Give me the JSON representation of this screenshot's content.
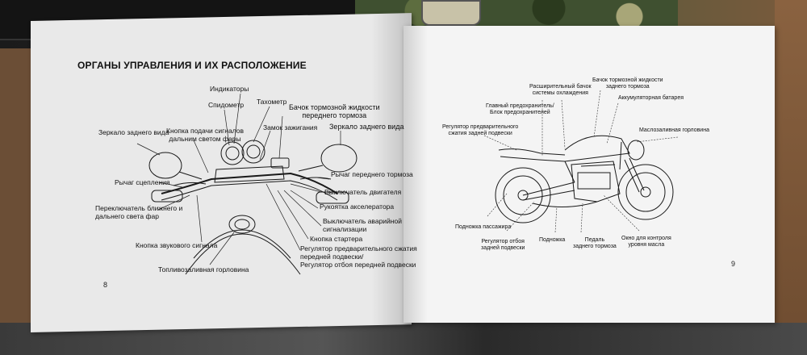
{
  "left_page": {
    "heading": "ОРГАНЫ УПРАВЛЕНИЯ И ИХ РАСПОЛОЖЕНИЕ",
    "labels": {
      "indicators": "Индикаторы",
      "speedometer": "Спидометр",
      "tachometer": "Тахометр",
      "front_brake_reservoir": "Бачок тормозной жидкости\nпереднего тормоза",
      "ignition": "Замок зажигания",
      "mirror_left": "Зеркало заднего вида",
      "passing_button": "Кнопка подачи сигналов\nдальним светом фары",
      "mirror_right": "Зеркало заднего вида",
      "front_brake_lever": "Рычаг переднего тормоза",
      "clutch_lever": "Рычаг сцепления",
      "engine_stop": "Выключатель двигателя",
      "dimmer": "Переключатель ближнего и\nдальнего света фар",
      "throttle": "Рукоятка акселератора",
      "hazard": "Выключатель аварийной\nсигнализации",
      "horn": "Кнопка звукового сигнала",
      "starter": "Кнопка стартера",
      "fork_adjusters": "Регулятор предварительного сжатия\nпередней подвески/\nРегулятор отбоя передней подвески",
      "fuel_filler": "Топливозаливная горловина"
    },
    "page_number": "8"
  },
  "right_page": {
    "labels": {
      "rear_brake_reservoir": "Бачок тормозной жидкости\nзаднего тормоза",
      "coolant_tank": "Расширительный бачок\nсистемы охлаждения",
      "main_fuse": "Главный предохранитель/\nБлок предохранителей",
      "battery": "Аккумуляторная батарея",
      "rear_preload": "Регулятор предварительного\nсжатия задней подвески",
      "oil_filler": "Маслозаливная горловина",
      "passenger_footrest": "Подножка пассажира",
      "rear_rebound": "Регулятор отбоя\nзадней подвески",
      "footrest": "Подножка",
      "rear_brake_pedal": "Педаль\nзаднего тормоза",
      "oil_window": "Окно для контроля\nуровня масла"
    },
    "page_number": "9"
  }
}
